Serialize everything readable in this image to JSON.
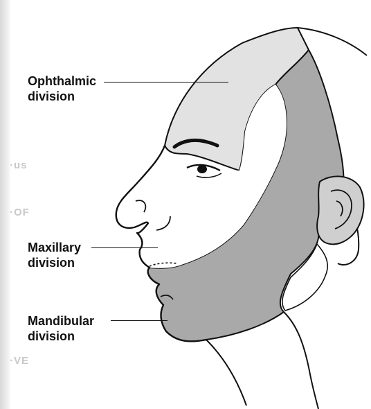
{
  "labels": {
    "ophthalmic": {
      "line1": "Ophthalmic",
      "line2": "division"
    },
    "maxillary": {
      "line1": "Maxillary",
      "line2": "division"
    },
    "mandibular": {
      "line1": "Mandibular",
      "line2": "division"
    }
  },
  "colors": {
    "ophthalmic_fill": "#e2e2e2",
    "maxillary_fill": "#ffffff",
    "mandibular_fill": "#a9a9a9",
    "outline": "#111111"
  }
}
